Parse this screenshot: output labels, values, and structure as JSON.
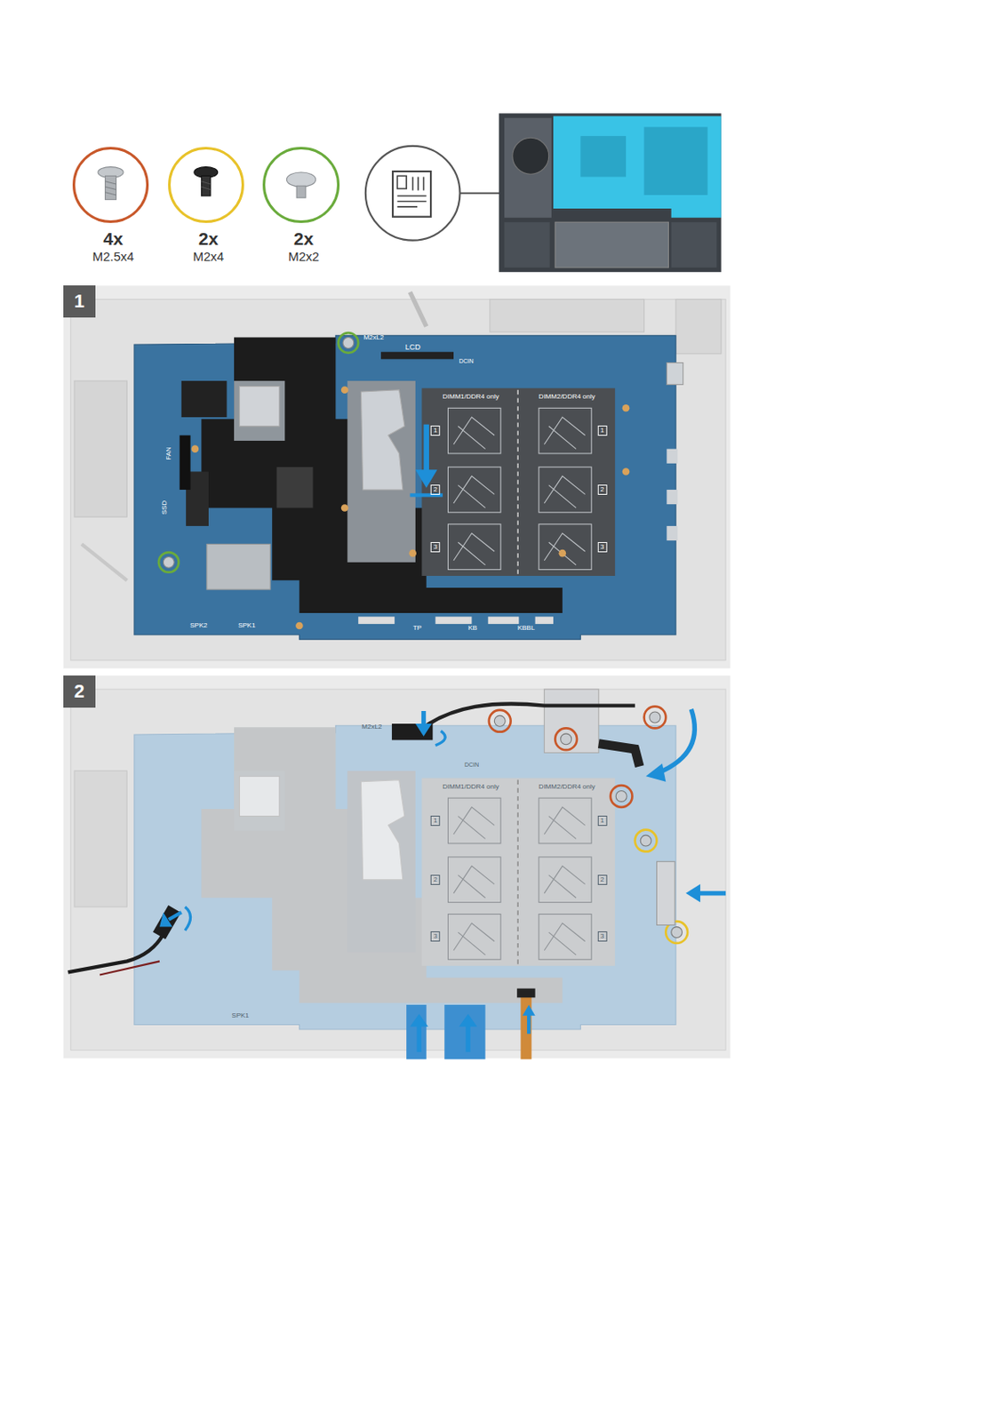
{
  "diagram": {
    "nodes": [
      {
        "text": [
          "4x",
          "M2.5x4"
        ]
      },
      {
        "text": [
          "2x",
          "M2x4"
        ]
      },
      {
        "text": [
          "2x",
          "M2x2"
        ]
      },
      {
        "text": [
          "1"
        ]
      },
      {
        "text": [
          "2"
        ]
      }
    ],
    "labels": [
      "LCD",
      "M2xL2",
      "DCIN",
      "DIMM1/DDR4 only",
      "DIMM2/DDR4 only",
      "1",
      "2",
      "3",
      "1",
      "2",
      "3",
      "FAN",
      "SSD",
      "SPK2",
      "SPK1",
      "TP",
      "KB",
      "KBBL",
      "M2xL2",
      "DCIN",
      "DIMM1/DDR4 only",
      "DIMM2/DDR4 only",
      "1",
      "2",
      "3",
      "1",
      "2",
      "3",
      "SPK1"
    ]
  }
}
